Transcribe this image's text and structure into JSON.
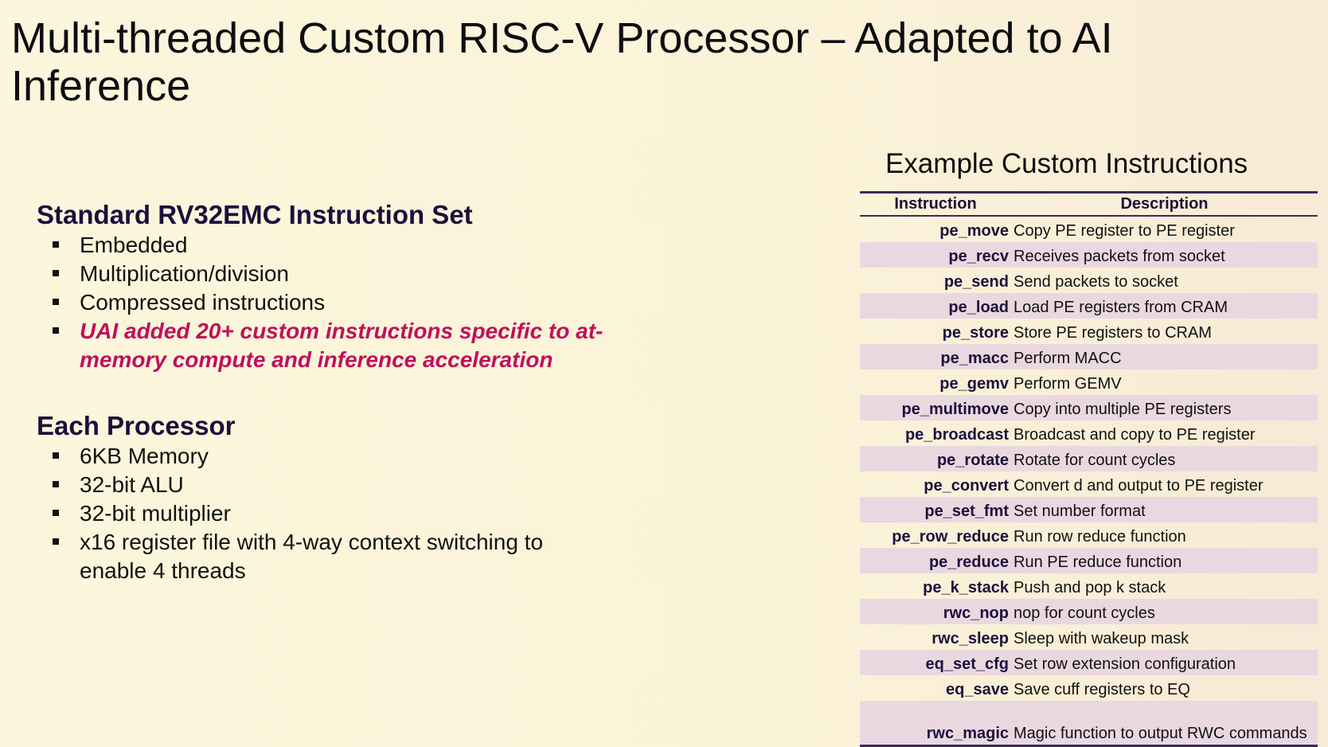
{
  "slide": {
    "title": "Multi-threaded Custom RISC-V Processor – Adapted to AI Inference"
  },
  "standard": {
    "heading": "Standard RV32EMC Instruction Set",
    "items": [
      "Embedded",
      "Multiplication/division",
      "Compressed instructions",
      "UAI added 20+ custom instructions specific to at-memory compute and inference acceleration"
    ]
  },
  "processor": {
    "heading": "Each Processor",
    "items": [
      "6KB Memory",
      "32-bit ALU",
      "32-bit multiplier",
      "x16 register file with 4-way context switching to enable 4 threads"
    ]
  },
  "table": {
    "title": "Example Custom Instructions",
    "headers": {
      "instruction": "Instruction",
      "description": "Description"
    },
    "rows": [
      {
        "name": "pe_move",
        "desc": "Copy PE register to PE register"
      },
      {
        "name": "pe_recv",
        "desc": "Receives packets from socket"
      },
      {
        "name": "pe_send",
        "desc": "Send packets to socket"
      },
      {
        "name": "pe_load",
        "desc": "Load PE registers from CRAM"
      },
      {
        "name": "pe_store",
        "desc": "Store PE registers to CRAM"
      },
      {
        "name": "pe_macc",
        "desc": "Perform MACC"
      },
      {
        "name": "pe_gemv",
        "desc": "Perform GEMV"
      },
      {
        "name": "pe_multimove",
        "desc": "Copy into multiple PE registers"
      },
      {
        "name": "pe_broadcast",
        "desc": "Broadcast and copy to PE register"
      },
      {
        "name": "pe_rotate",
        "desc": "Rotate for count cycles"
      },
      {
        "name": "pe_convert",
        "desc": "Convert d and output to PE register"
      },
      {
        "name": "pe_set_fmt",
        "desc": "Set number format"
      },
      {
        "name": "pe_row_reduce",
        "desc": "Run row reduce function"
      },
      {
        "name": "pe_reduce",
        "desc": "Run PE reduce function"
      },
      {
        "name": "pe_k_stack",
        "desc": "Push and pop k stack"
      },
      {
        "name": "rwc_nop",
        "desc": "nop for count cycles"
      },
      {
        "name": "rwc_sleep",
        "desc": "Sleep with wakeup mask"
      },
      {
        "name": "eq_set_cfg",
        "desc": "Set row extension configuration"
      },
      {
        "name": "eq_save",
        "desc": "Save cuff registers to EQ"
      },
      {
        "name": "rwc_magic",
        "desc": "Magic function to output RWC commands"
      }
    ]
  },
  "colors": {
    "accent": "#c0105a",
    "heading": "#1c0f3d",
    "row_shade": "#ead8e0",
    "rule": "#3b2a5a"
  }
}
